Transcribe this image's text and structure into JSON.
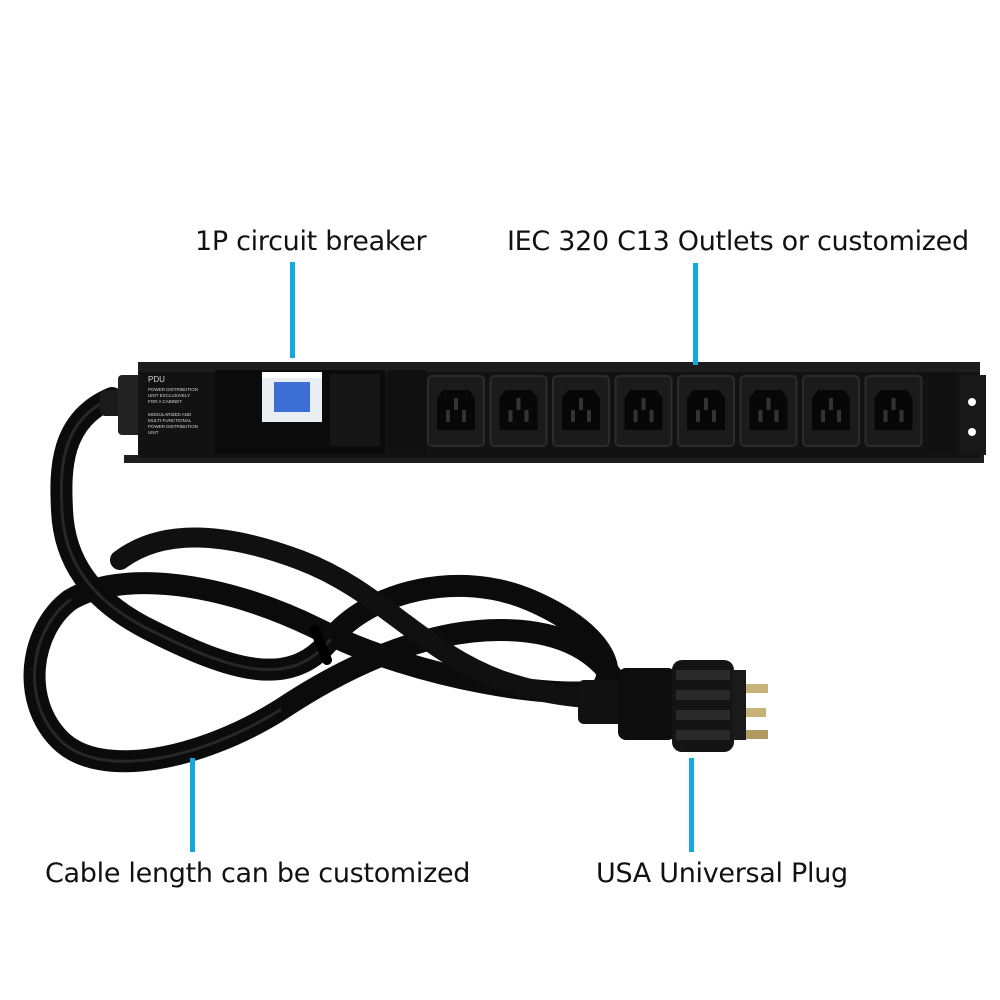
{
  "callouts": {
    "breaker": "1P circuit breaker",
    "outlets": "IEC 320 C13 Outlets or customized",
    "cable": "Cable length can be customized",
    "plug": "USA Universal Plug"
  },
  "colors": {
    "leader": "#13a8e0",
    "pdu_body": "#141414",
    "breaker_button": "#3d6fd6"
  },
  "pdu": {
    "printed_text": [
      "PDU",
      "POWER DISTRIBUTION",
      "UNIT EXCLUSIVELY",
      "FOR A CABINET",
      "MODULARIZED AND",
      "MULTI-FUNCTIONAL",
      "POWER DISTRIBUTION",
      "UNIT"
    ],
    "outlet_count": 8
  }
}
